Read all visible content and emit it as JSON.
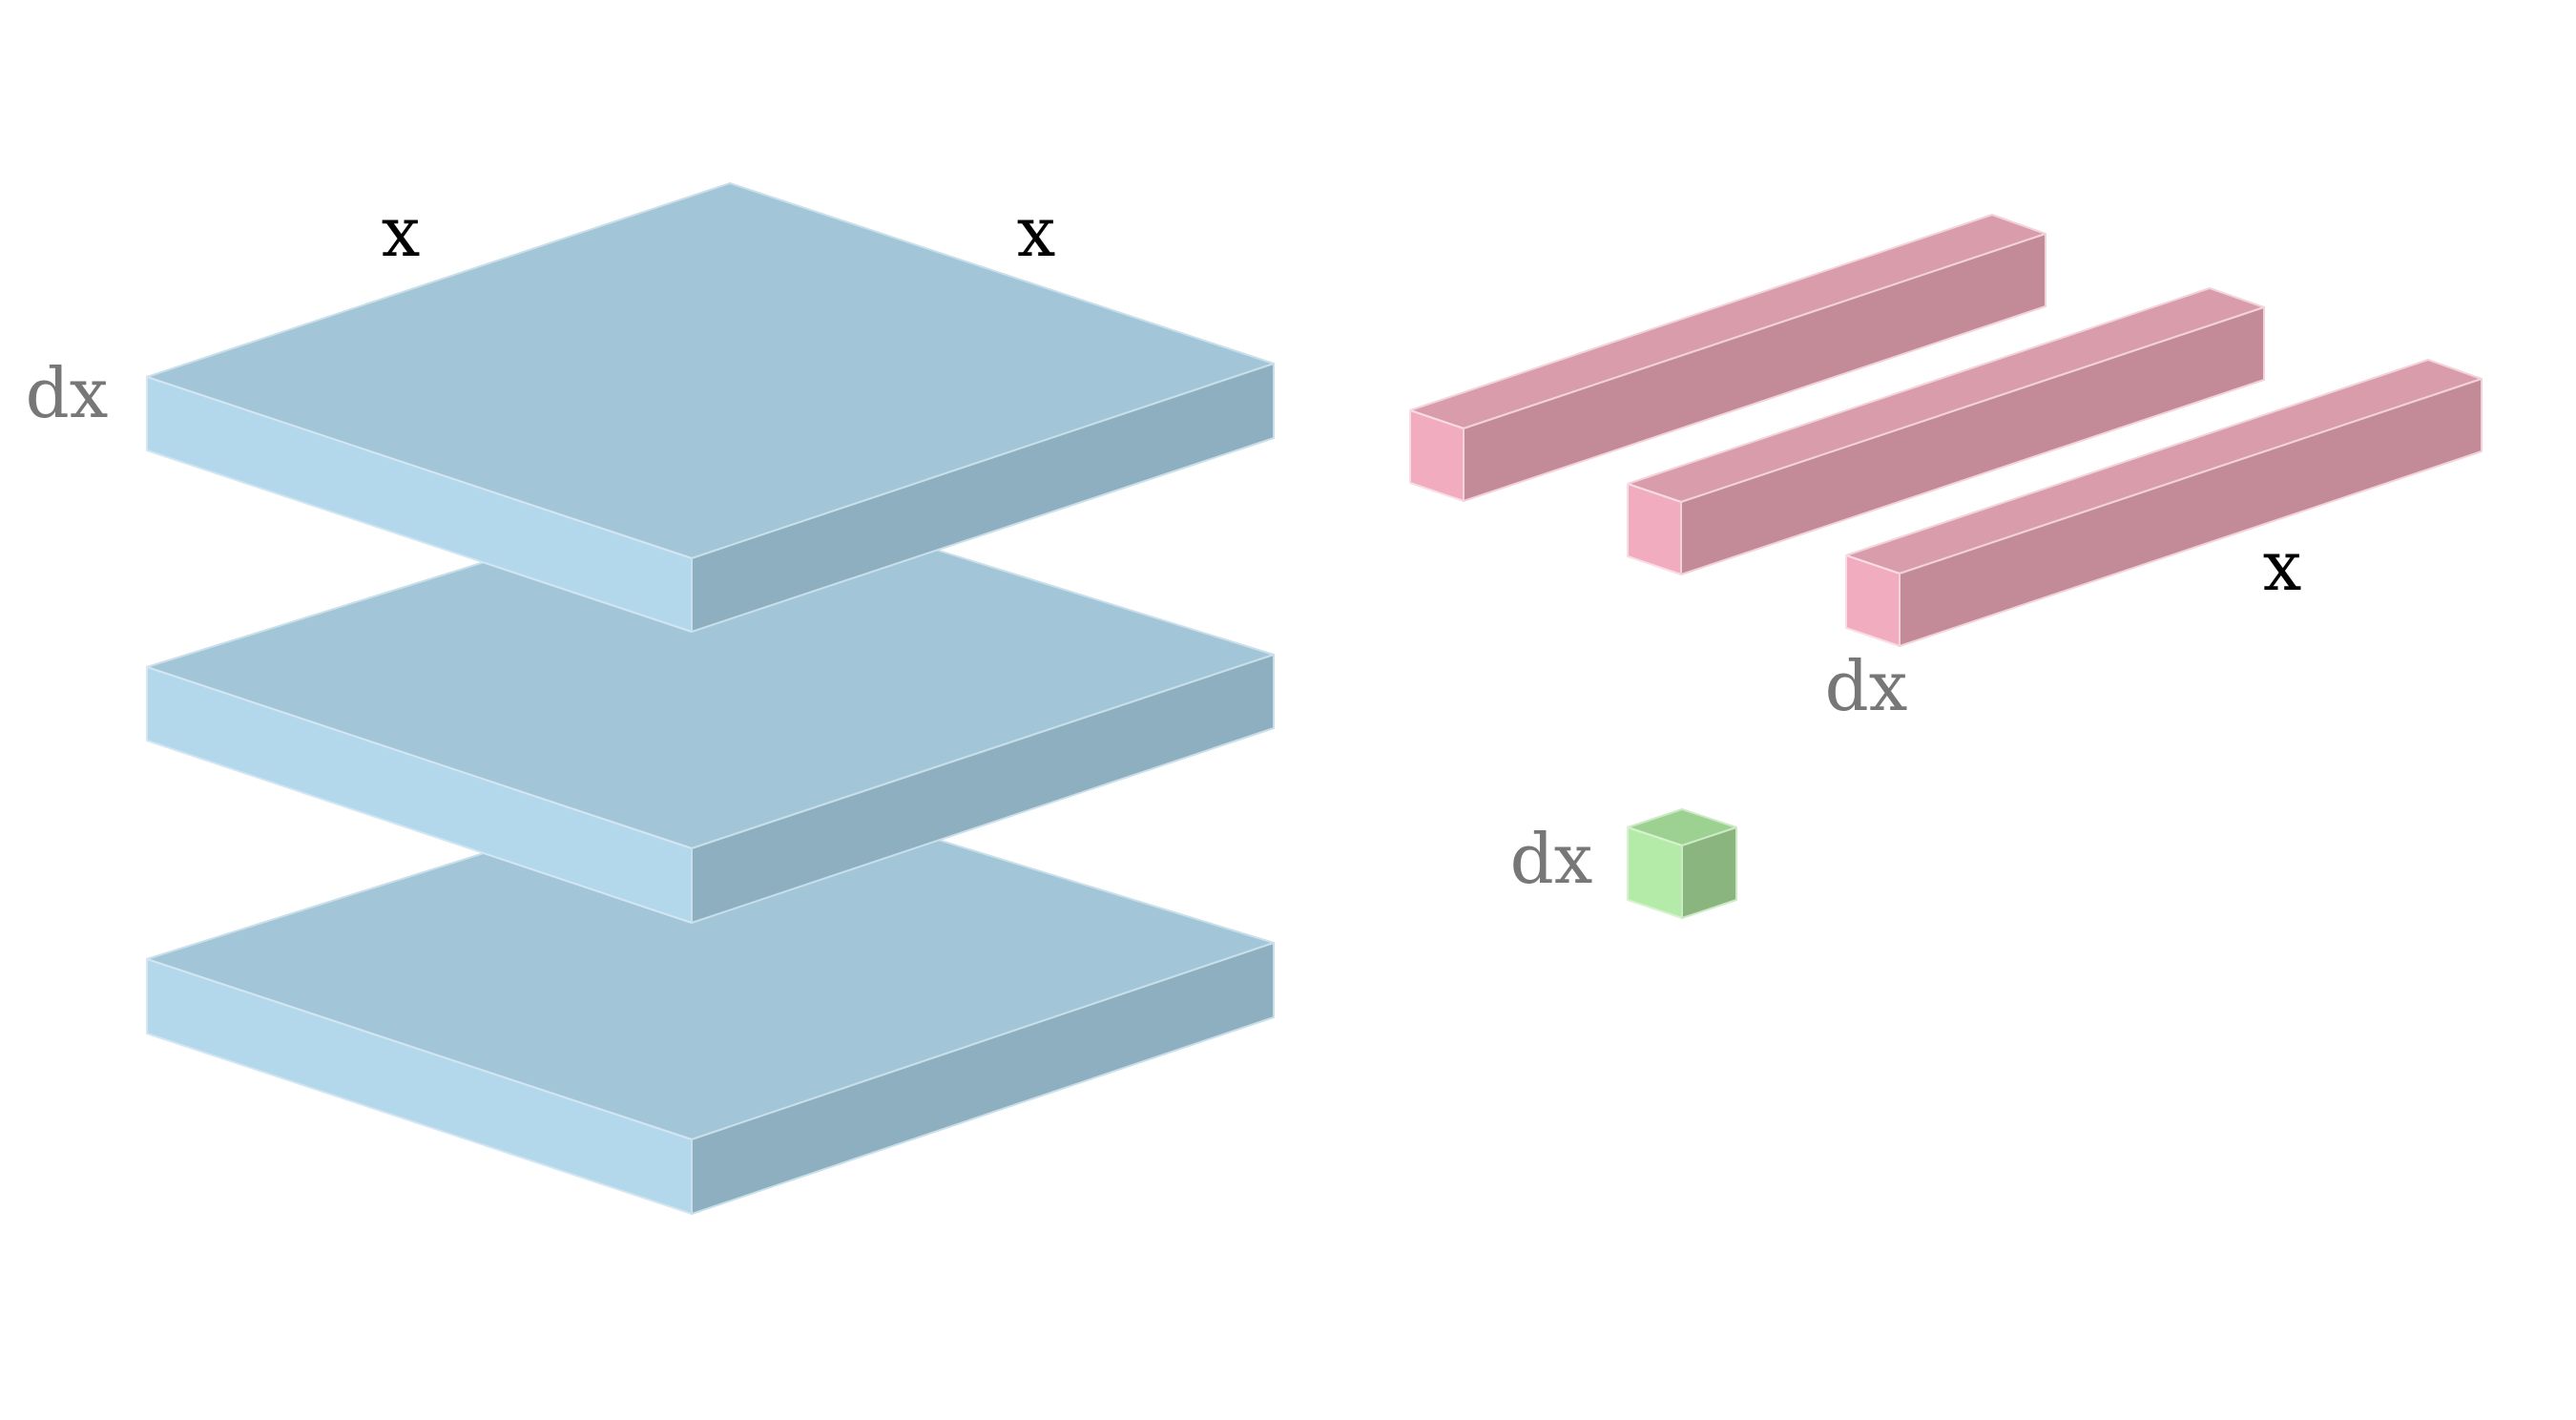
{
  "labels": {
    "slab_width": "x",
    "slab_depth": "x",
    "slab_thickness": "dx",
    "rod_length": "x",
    "rod_thickness": "dx",
    "cube_side": "dx"
  },
  "colors": {
    "slab_top": "#a2c5d8",
    "slab_front": "#b3d8ec",
    "slab_right": "#8dafc0",
    "rod_top": "#d99cab",
    "rod_end": "#f2acbf",
    "rod_side": "#c38a97",
    "cube_top": "#9dd191",
    "cube_front": "#b5eba8",
    "cube_right": "#8ab57f",
    "label_x": "#000000",
    "label_dx": "#777777"
  }
}
